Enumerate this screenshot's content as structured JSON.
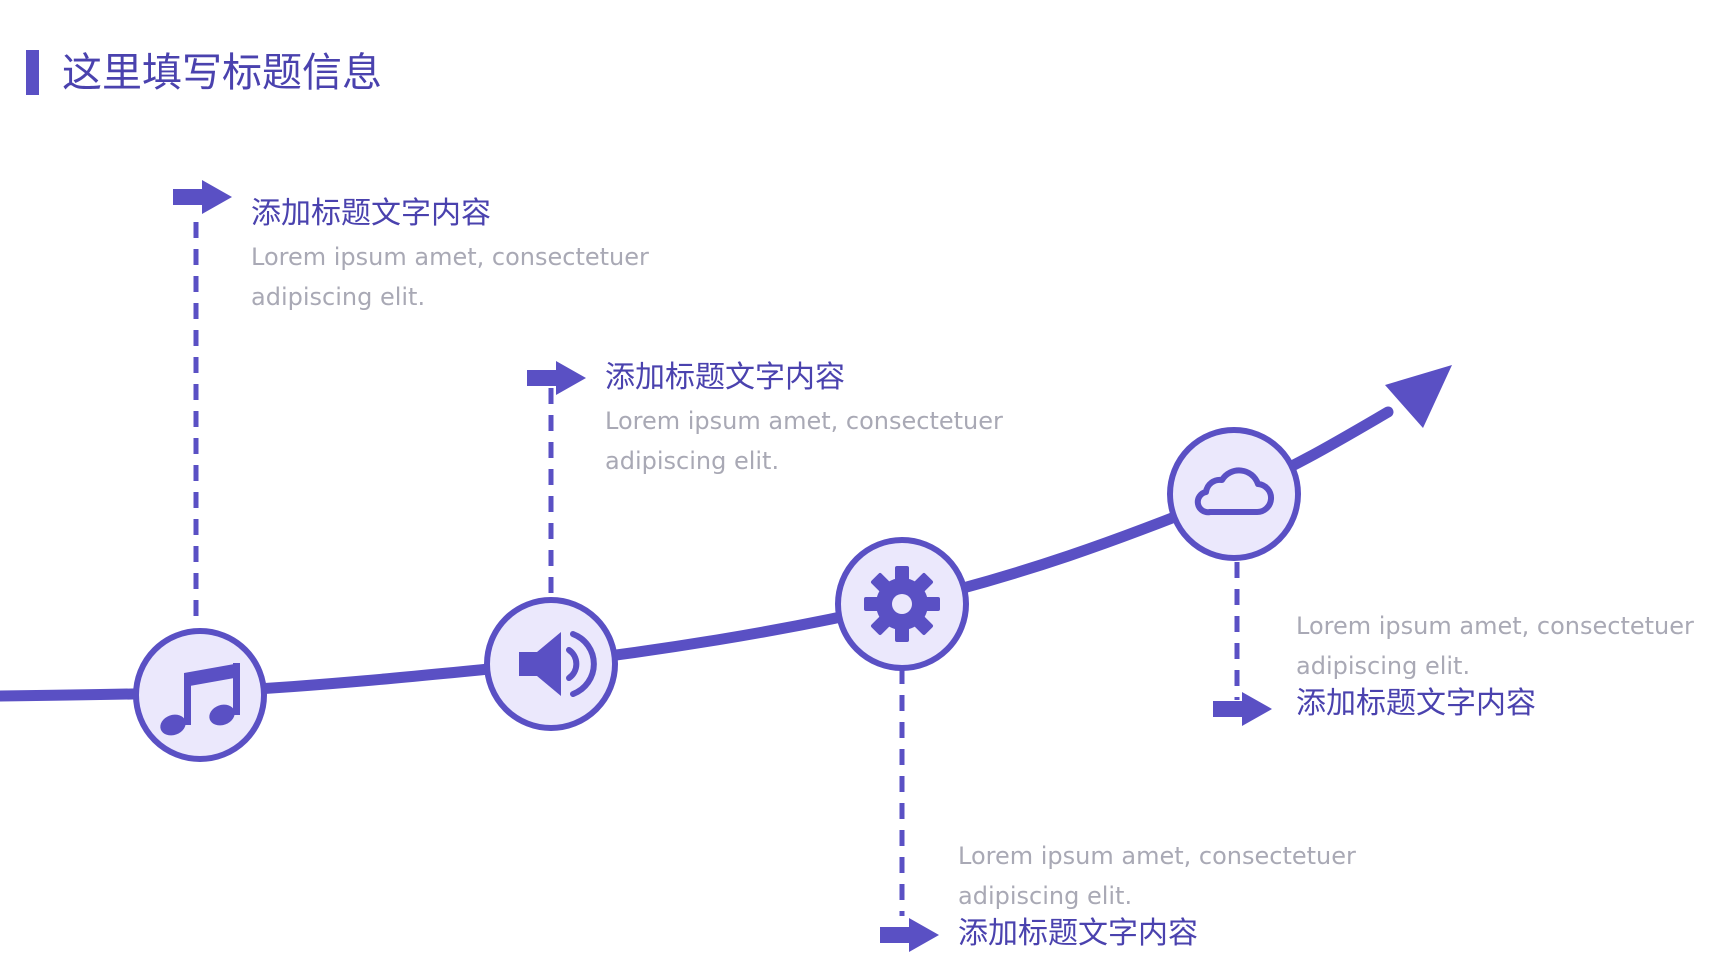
{
  "title": "这里填写标题信息",
  "colors": {
    "accent": "#5a50c4",
    "node_fill": "#ebe8fc",
    "title_text": "#4a42ae",
    "desc_text": "#a9a9b5"
  },
  "items": [
    {
      "icon": "music-note-icon",
      "title": "添加标题文字内容",
      "desc": "Lorem ipsum amet, consectetuer adipiscing elit."
    },
    {
      "icon": "speaker-icon",
      "title": "添加标题文字内容",
      "desc": "Lorem ipsum amet, consectetuer adipiscing elit."
    },
    {
      "icon": "gear-icon",
      "title": "添加标题文字内容",
      "desc": "Lorem ipsum amet, consectetuer adipiscing elit."
    },
    {
      "icon": "cloud-icon",
      "title": "添加标题文字内容",
      "desc": "Lorem ipsum amet, consectetuer adipiscing elit."
    }
  ]
}
